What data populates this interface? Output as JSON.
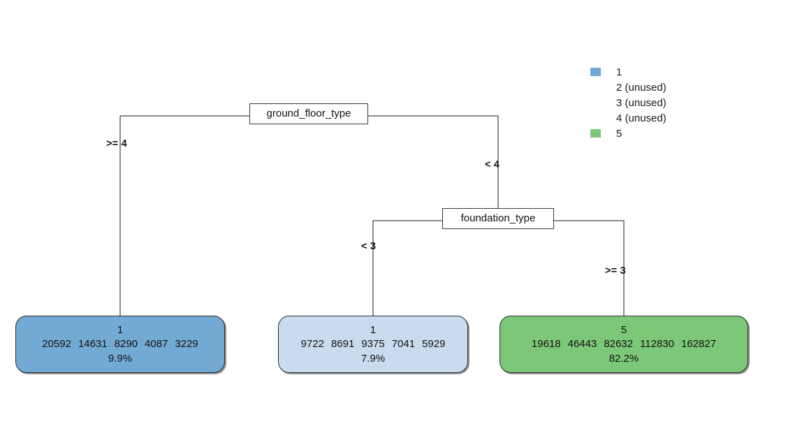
{
  "diagram": {
    "type": "decision-tree",
    "title": "",
    "background": "#ffffff"
  },
  "nodes": {
    "root": {
      "label": "ground_floor_type",
      "kind": "split"
    },
    "inner": {
      "label": "foundation_type",
      "kind": "split"
    }
  },
  "edges": [
    {
      "label": ">= 4",
      "from": "root",
      "to": "leaf1"
    },
    {
      "label": "< 4",
      "from": "root",
      "to": "inner"
    },
    {
      "label": "< 3",
      "from": "inner",
      "to": "leaf2"
    },
    {
      "label": ">= 3",
      "from": "inner",
      "to": "leaf3"
    }
  ],
  "leaves": [
    {
      "predicted_class": "1",
      "counts": [
        "20592",
        "14631",
        "8290",
        "4087",
        "3229"
      ],
      "percent": "9.9%",
      "fill": "#73aad4"
    },
    {
      "predicted_class": "1",
      "counts": [
        "9722",
        "8691",
        "9375",
        "7041",
        "5929"
      ],
      "percent": "7.9%",
      "fill": "#c9dcef"
    },
    {
      "predicted_class": "5",
      "counts": [
        "19618",
        "46443",
        "82632",
        "112830",
        "162827"
      ],
      "percent": "82.2%",
      "fill": "#7dc878"
    }
  ],
  "legend": {
    "items": [
      {
        "label": "1",
        "color": "#73aad4",
        "has_swatch": true
      },
      {
        "label": "2 (unused)",
        "color": "",
        "has_swatch": false
      },
      {
        "label": "3 (unused)",
        "color": "",
        "has_swatch": false
      },
      {
        "label": "4 (unused)",
        "color": "",
        "has_swatch": false
      },
      {
        "label": "5",
        "color": "#7dc878",
        "has_swatch": true
      }
    ]
  }
}
